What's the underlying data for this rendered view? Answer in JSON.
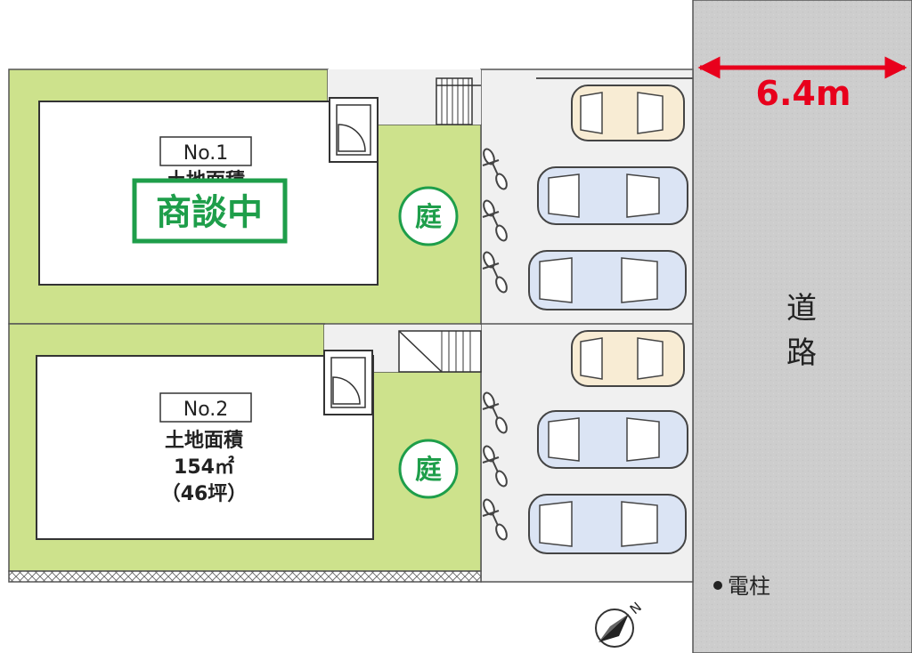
{
  "lots": [
    {
      "number": "No.1",
      "area_title": "土地面積",
      "status": "商談中",
      "garden": "庭"
    },
    {
      "number": "No.2",
      "area_title": "土地面積",
      "area_value": "154㎡",
      "area_tsubo": "（46坪）",
      "garden": "庭"
    }
  ],
  "road": {
    "width": "6.4m",
    "label_line1": "道",
    "label_line2": "路"
  },
  "pole": "電柱",
  "compass": "N",
  "colors": {
    "garden": "#cde28c",
    "paving": "#f0f0f0",
    "road": "#cdcdcd",
    "status": "#1e9e4a",
    "dimension": "#e8001c",
    "outline": "#4a4a4a",
    "car_cream": "#f8ecd4",
    "car_blue": "#dbe4f4"
  }
}
